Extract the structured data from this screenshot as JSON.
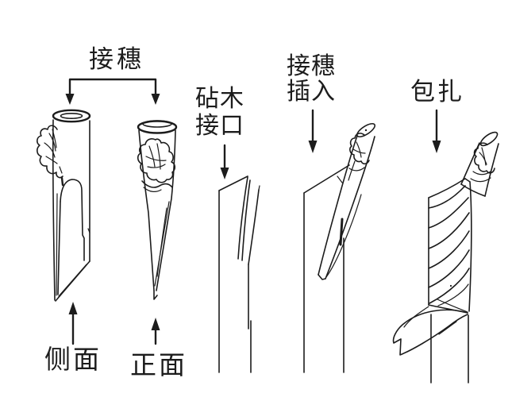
{
  "colors": {
    "background": "#ffffff",
    "ink": "#1c1c1c"
  },
  "labels": {
    "scion": "接穗",
    "stock_incision": "砧木\n接口",
    "scion_insertion": "接穗\n插入",
    "wrapping": "包扎",
    "side_view": "侧面",
    "front_view": "正面"
  }
}
